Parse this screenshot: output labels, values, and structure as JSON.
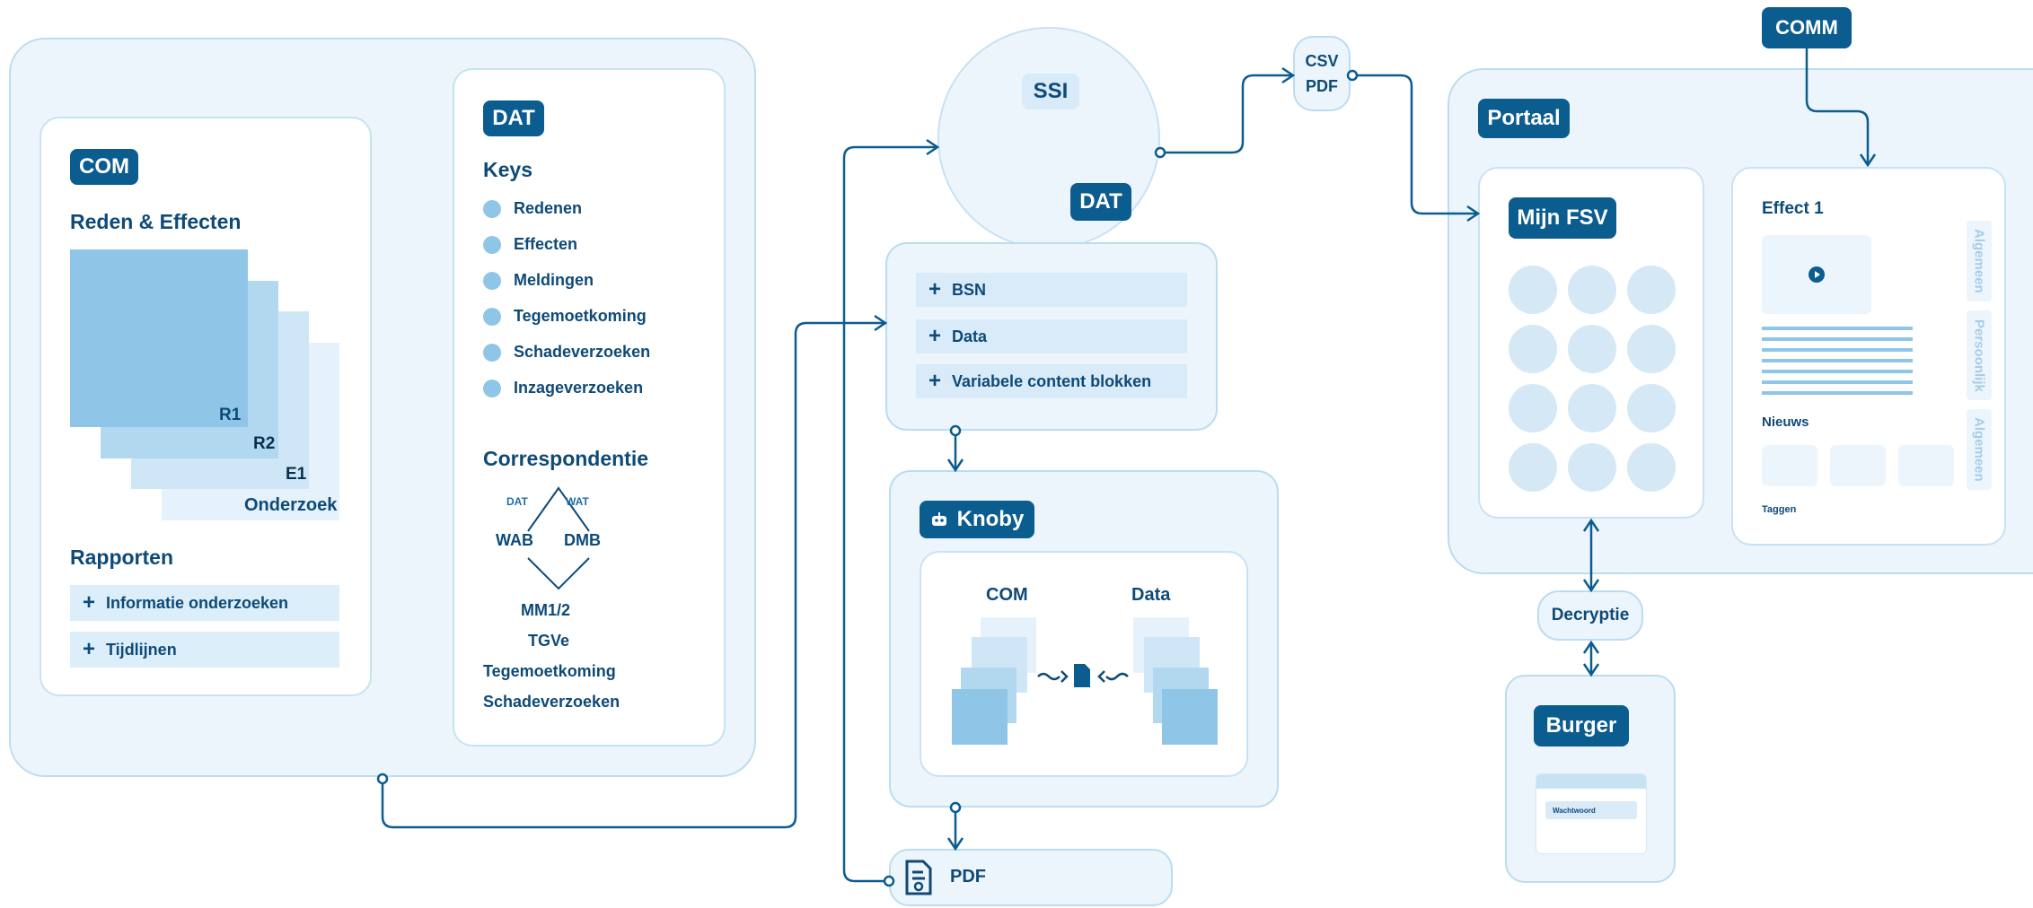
{
  "com_block": {
    "tag": "COM",
    "title": "Reden & Effecten",
    "stack_labels": [
      "R1",
      "R2",
      "E1",
      "Onderzoek"
    ],
    "reports_title": "Rapporten",
    "reports": [
      "Informatie onderzoeken",
      "Tijdlijnen"
    ]
  },
  "dat_block": {
    "tag": "DAT",
    "keys_title": "Keys",
    "keys": [
      "Redenen",
      "Effecten",
      "Meldingen",
      "Tegemoetkoming",
      "Schadeverzoeken",
      "Inzageverzoeken"
    ],
    "corr_title": "Correspondentie",
    "corr_dat": "DAT",
    "corr_wat": "WAT",
    "corr_wab": "WAB",
    "corr_dmb": "DMB",
    "corr_items": [
      "MM1/2",
      "TGVe",
      "Tegemoetkoming",
      "Schadeverzoeken"
    ]
  },
  "ssi": {
    "label": "SSI",
    "tag": "DAT",
    "items": [
      "BSN",
      "Data",
      "Variabele content blokken"
    ]
  },
  "csv_pdf": {
    "line1": "CSV",
    "line2": "PDF"
  },
  "knoby": {
    "tag": "Knoby",
    "left_label": "COM",
    "right_label": "Data"
  },
  "pdf_box": {
    "label": "PDF"
  },
  "comm": {
    "tag": "COMM"
  },
  "portaal": {
    "tag": "Portaal",
    "mijn_fsv": "Mijn FSV",
    "effect_title": "Effect 1",
    "nieuws": "Nieuws",
    "taggen": "Taggen",
    "tabs": [
      "Algemeen",
      "Persoonlijk",
      "Algemeen"
    ]
  },
  "decryptie": {
    "label": "Decryptie"
  },
  "burger": {
    "tag": "Burger",
    "password_label": "Wachtwoord"
  },
  "colors": {
    "dark_blue": "#0b5c8f",
    "panel_bg": "#edf5fc",
    "accent": "#8fc6e8"
  }
}
